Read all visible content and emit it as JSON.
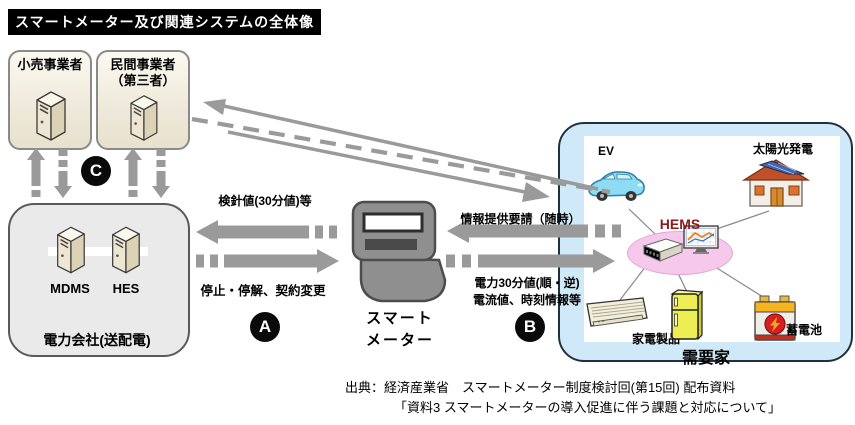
{
  "title": "スマートメーター及び関連システムの全体像",
  "nodes": {
    "retailer": {
      "label": "小売事業者"
    },
    "private": {
      "line1": "民間事業者",
      "line2": "（第三者）"
    },
    "utility": {
      "server1": "MDMS",
      "server2": "HES",
      "label": "電力会社(送配電)"
    },
    "meter": {
      "line1": "スマート",
      "line2": "メーター"
    },
    "consumer": {
      "label": "需要家",
      "ev": "EV",
      "solar": "太陽光発電",
      "hems": "HEMS",
      "appliance": "家電製品",
      "battery": "蓄電池"
    }
  },
  "badges": {
    "a": "A",
    "b": "B",
    "c": "C"
  },
  "arrows": {
    "meter_reading": "検針値(30分値)等",
    "stop_contract": "停止・停解、契約変更",
    "info_request": "情報提供要請（随時）",
    "power_values_line1": "電力30分値(順・逆)",
    "power_values_line2": "電流値、時刻情報等"
  },
  "source": {
    "line1": "出典：経済産業省　スマートメーター制度検討回(第15回) 配布資料",
    "line2": "「資料3 スマートメーターの導入促進に伴う課題と対応について」"
  },
  "icons": [
    "server-icon",
    "smart-meter-icon",
    "ev-car-icon",
    "solar-house-icon",
    "hems-router-icon",
    "hems-monitor-icon",
    "air-conditioner-icon",
    "refrigerator-icon",
    "battery-icon"
  ],
  "colors": {
    "arrow_gray": "#9a9a9a",
    "title_bg": "#000000",
    "box_cream": "#efeadb",
    "utility_bg": "#eaeaea",
    "consumer_bg": "#cfe9f8",
    "hems_pink": "#f6c9ec",
    "hems_text": "#8b1a1a",
    "meter_gray": "#8f8f8f"
  }
}
